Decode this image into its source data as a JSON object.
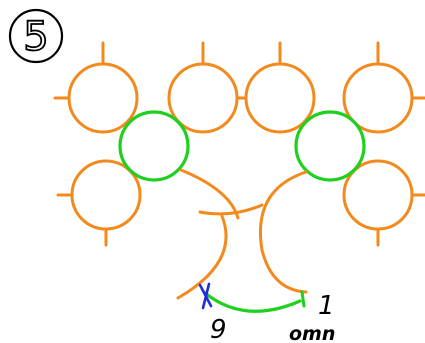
{
  "step_badge": {
    "label": "5"
  },
  "labels": {
    "end_count": "1",
    "start_count": "9",
    "abbreviation": "omn"
  },
  "colors": {
    "ring_orange": "#f28a1e",
    "ring_green": "#1fd01f",
    "cross_mark": "#1f2fd6",
    "ink": "#000000"
  },
  "icons": {
    "badge": "circled-number-icon",
    "start_mark": "cross-mark-icon"
  }
}
